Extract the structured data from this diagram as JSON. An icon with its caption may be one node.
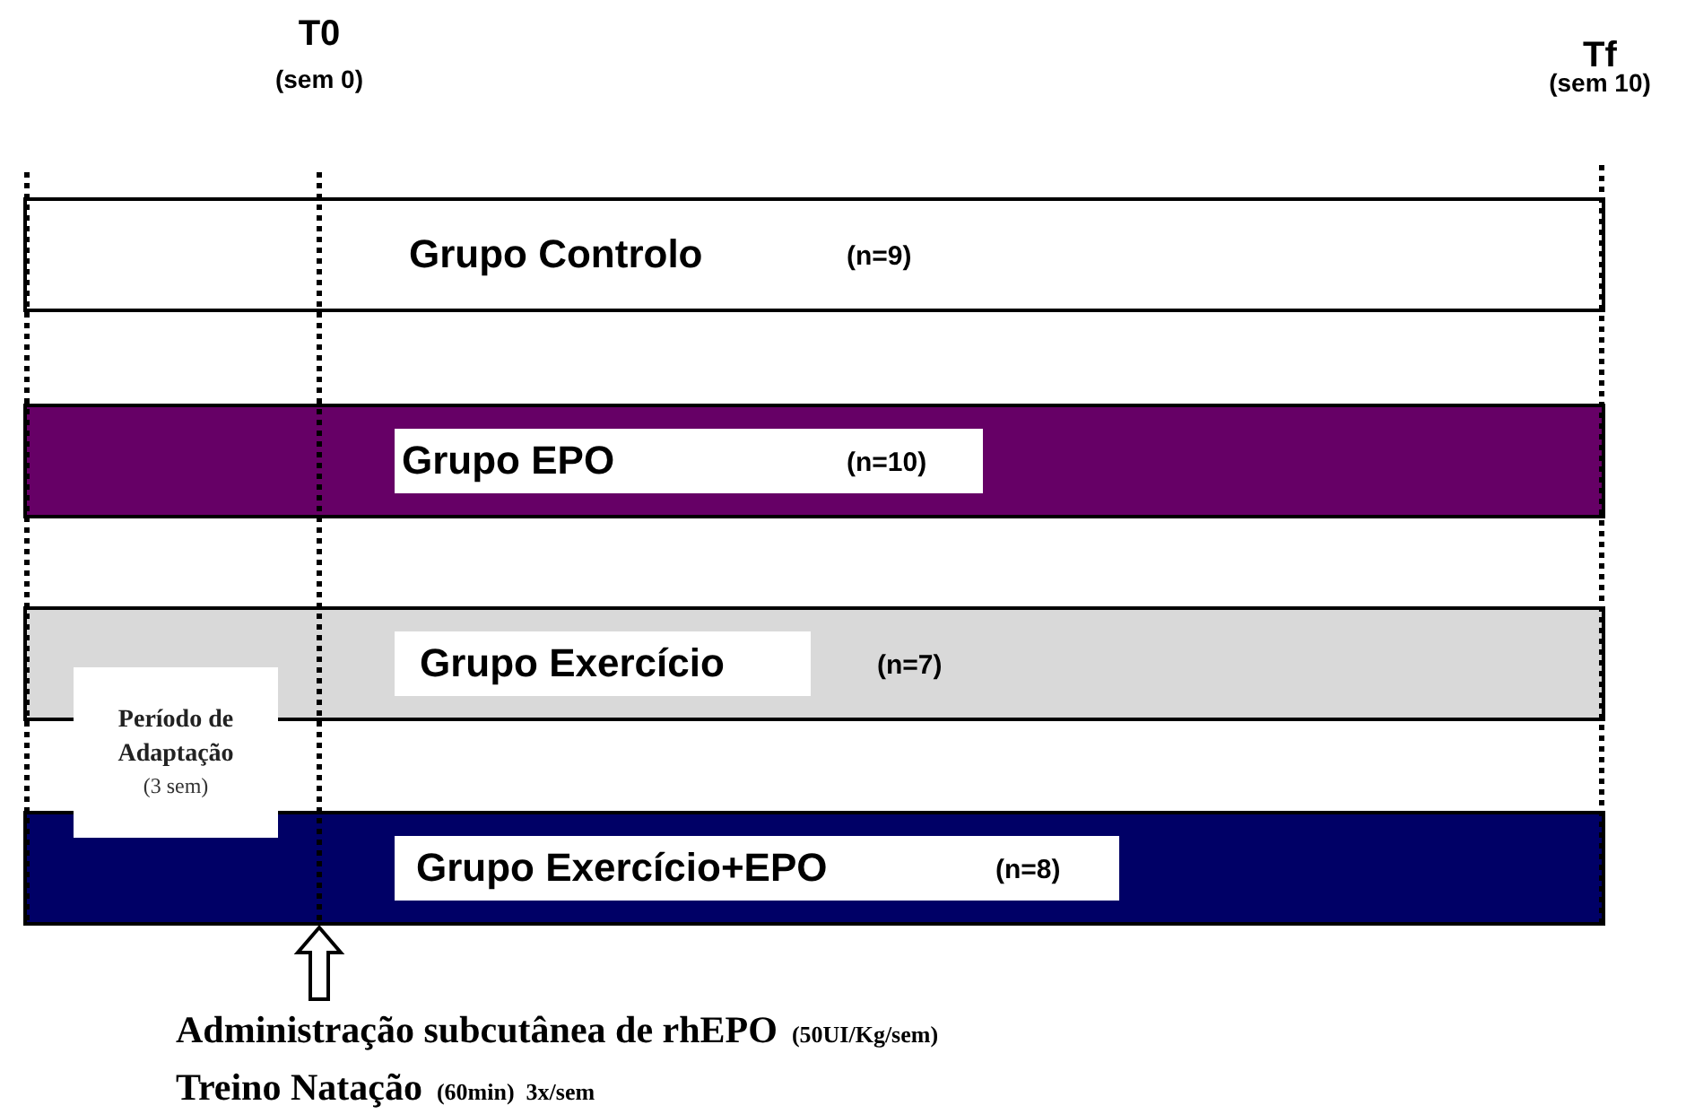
{
  "diagram": {
    "nodes": [
      {
        "text": [
          "Grupo Controlo",
          "(n=9)"
        ]
      },
      {
        "text": [
          "Grupo EPO",
          "(n=10)"
        ]
      },
      {
        "text": [
          "Grupo Exercício",
          "(n=7)"
        ]
      },
      {
        "text": [
          "Grupo Exercício+EPO",
          "(n=8)"
        ]
      },
      {
        "text": [
          "Período de Adaptação",
          "(3 sem)"
        ]
      },
      {
        "text": [
          "Administração subcutânea de rhEPO",
          "(50UI/Kg/sem)",
          "Treino Natação",
          "(60min)  3x/sem"
        ]
      }
    ],
    "edges": [
      {
        "from": 5,
        "to": 3,
        "arrow": "to"
      }
    ],
    "labels": [
      "T0",
      "(sem 0)",
      "Tf",
      "(sem 10)"
    ]
  }
}
